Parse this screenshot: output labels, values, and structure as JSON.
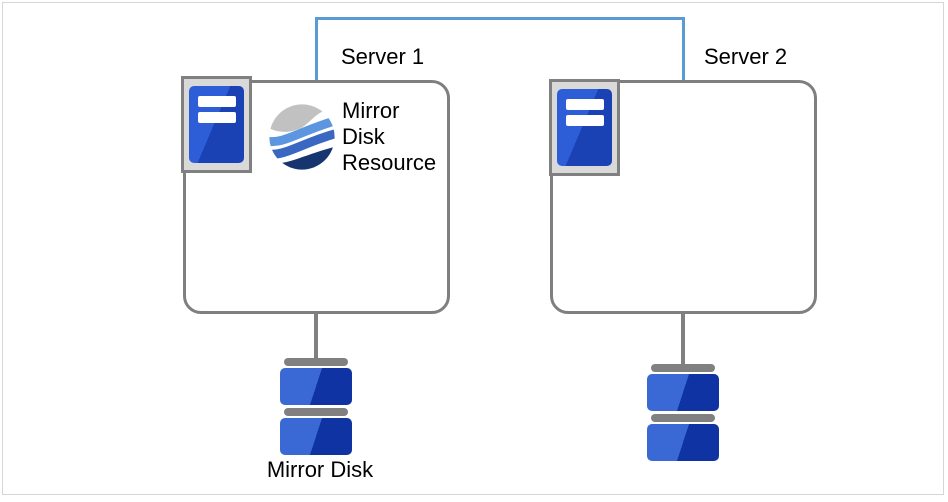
{
  "diagram": {
    "type": "cluster-mirror-disk-architecture",
    "link": {
      "name": "interconnect-link",
      "color": "#5b9bd5"
    },
    "server1": {
      "label": "Server 1",
      "icon": "server-icon",
      "resource": {
        "icon": "mirror-disk-resource-icon",
        "label": "Mirror Disk Resource"
      }
    },
    "server2": {
      "label": "Server 2",
      "icon": "server-icon"
    },
    "disks": {
      "left": {
        "icon": "disk-stack-icon",
        "label": "Mirror Disk"
      },
      "right": {
        "icon": "disk-stack-icon"
      }
    },
    "colors": {
      "link_blue": "#5b9bd5",
      "outline_gray": "#7f7f7f",
      "icon_tray_gray": "#d9d9d9",
      "server_blue_light": "#2d5ed8",
      "server_blue_dark": "#1a42b4",
      "disk_blue_light": "#3a68d4",
      "disk_blue_dark": "#0f33a2",
      "globe_gray": "#c1c1c1",
      "globe_blue_light": "#5c95e0",
      "globe_blue_mid": "#3a67c2",
      "globe_blue_dark": "#16356f"
    }
  }
}
